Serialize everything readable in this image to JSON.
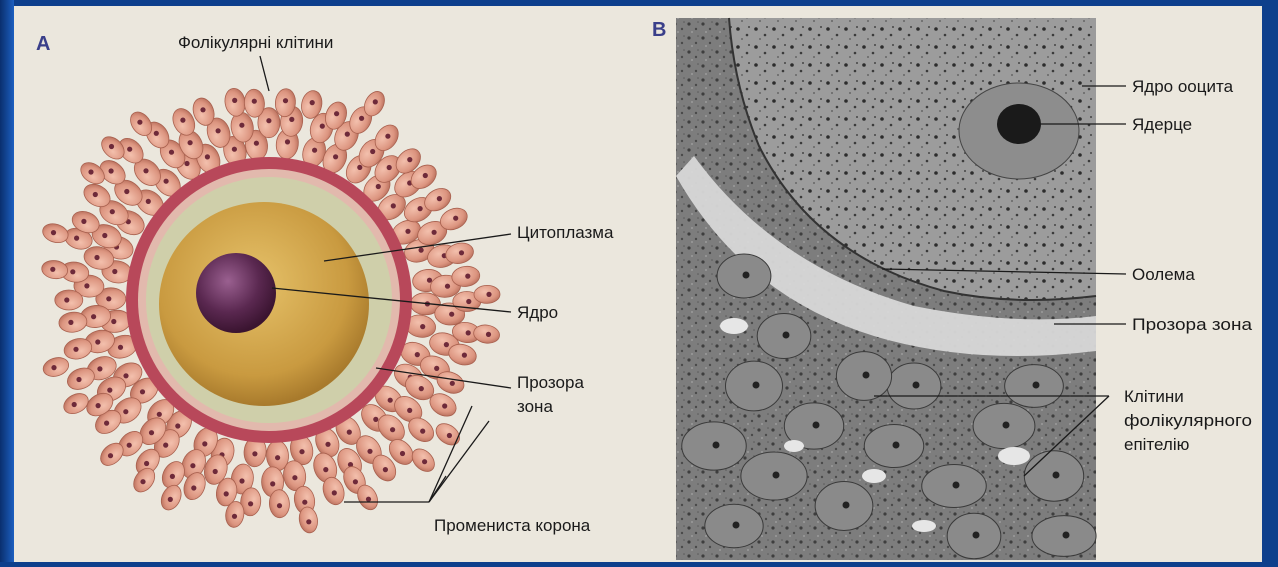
{
  "panel_a": {
    "letter": "A",
    "labels": {
      "follicular_cells": "Фолікулярні клітини",
      "cytoplasm": "Цитоплазма",
      "nucleus": "Ядро",
      "zona_line1": "Прозора",
      "zona_line2": "зона",
      "corona": "Промениста корона"
    }
  },
  "panel_b": {
    "letter": "B",
    "labels": {
      "oocyte_nucleus": "Ядро ооцита",
      "nucleolus": "Ядерце",
      "oolemma": "Оолема",
      "zona": "Прозора зона",
      "epithelium_line1": "Клітини",
      "epithelium_line2": "фолікулярного",
      "epithelium_line3": "епітелію"
    }
  },
  "colors": {
    "background": "#0d3f8c",
    "page": "#ebe7dd",
    "follicle_cell": "#dc9580",
    "cell_nucleus": "#6e2a3a",
    "zona": "#b8485a",
    "cytoplasm": "#c9a04a",
    "nucleus": "#5a2850"
  }
}
